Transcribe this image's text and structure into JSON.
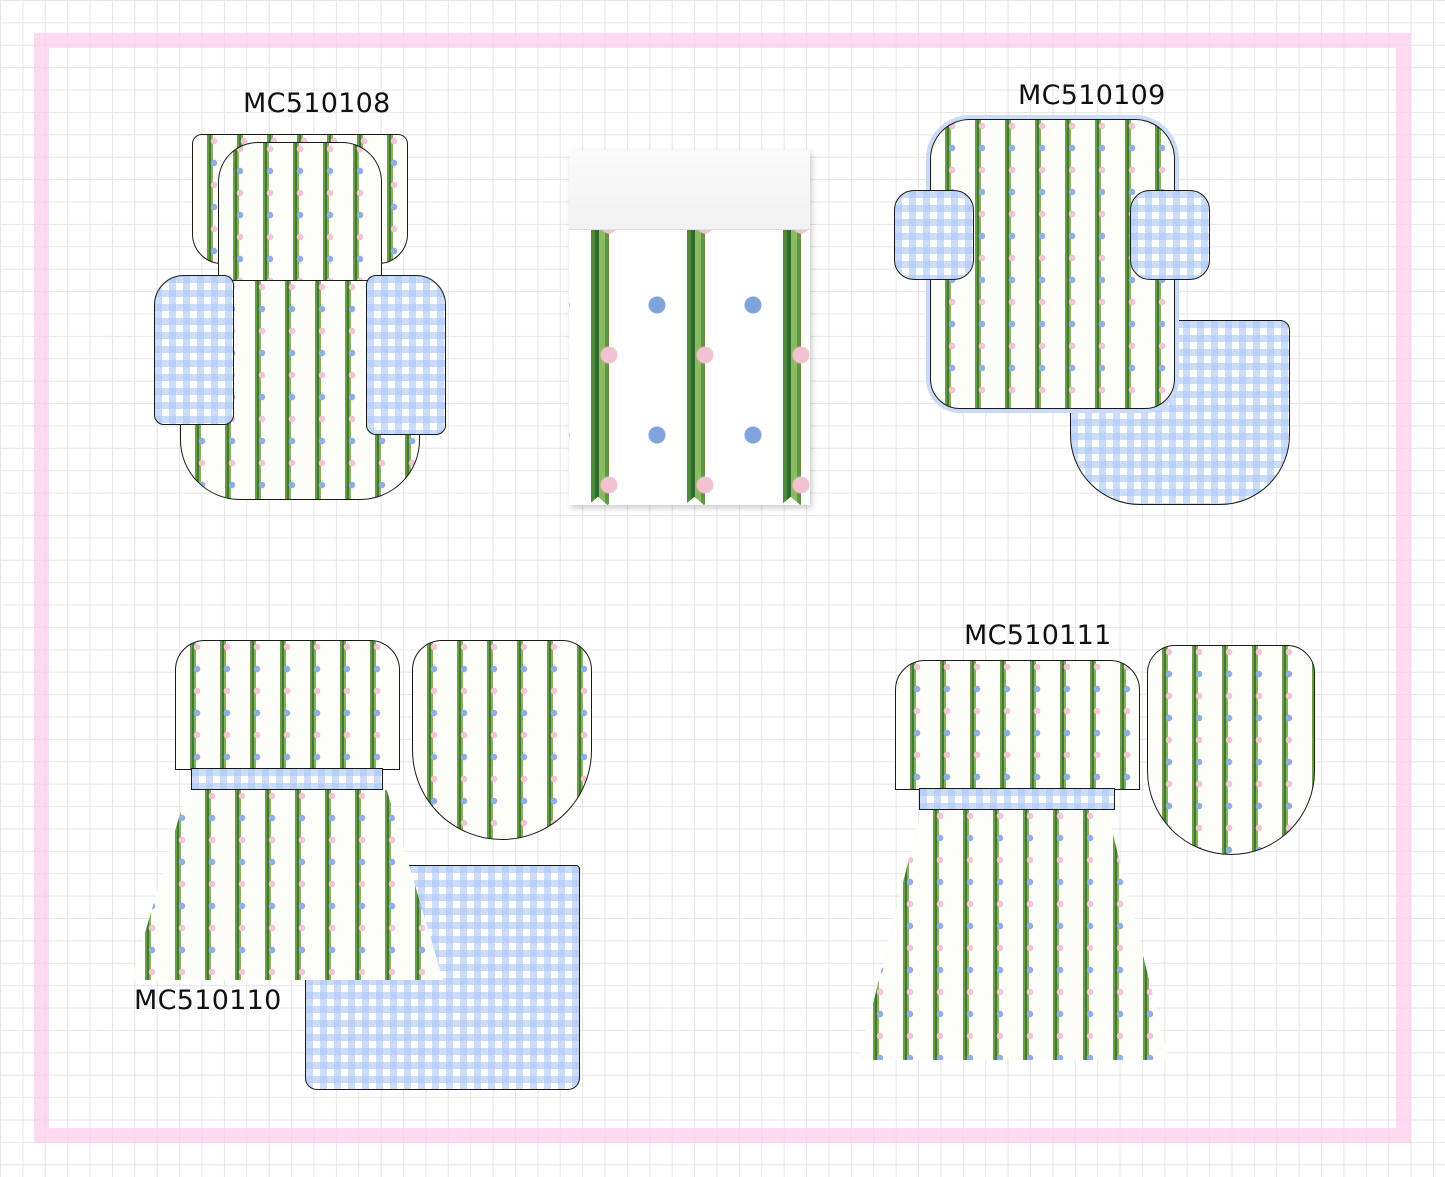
{
  "page": {
    "background": "grid paper",
    "frame_color": "#ffcdeb"
  },
  "products": [
    {
      "code": "MC510108",
      "type": "bubble romper with gingham side bows"
    },
    {
      "code": "MC510109",
      "type": "ruffle top with gingham bows and gingham bloomers"
    },
    {
      "code": "MC510110",
      "type": "flutter sleeve tunic with gingham waistband and gingham ruffle shorts (front and back view)"
    },
    {
      "code": "MC510111",
      "type": "flutter sleeve dress with gingham waistband (front and back view)"
    }
  ],
  "fabric_swatch": {
    "print": "green vine stripes with pink and blue flowers"
  },
  "colors": {
    "gingham_blue": "#aac6f5",
    "vine_green": "#4f8a3a",
    "flower_pink": "#f2c1d2",
    "flower_blue": "#7fa3dc"
  }
}
